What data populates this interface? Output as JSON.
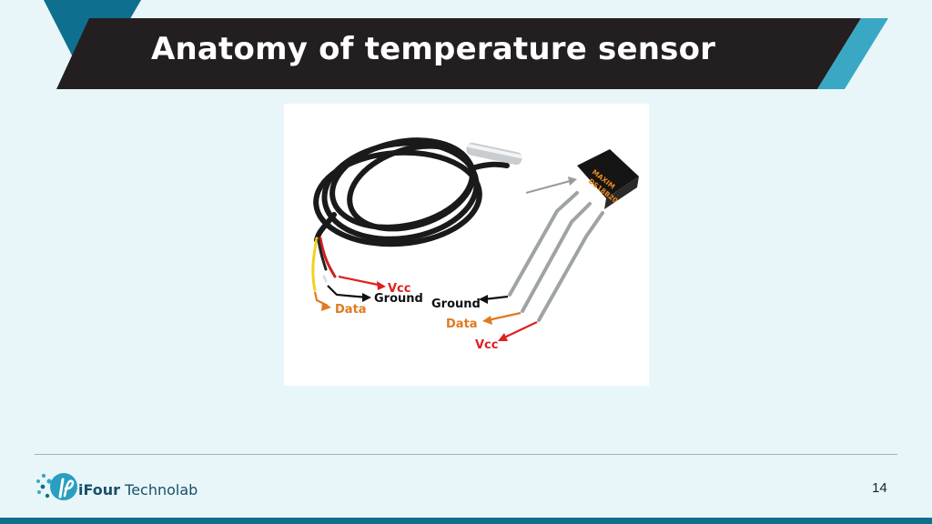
{
  "slide": {
    "title": "Anatomy of temperature sensor",
    "page_number": "14"
  },
  "figure": {
    "chip_marking_line1": "MAXIM",
    "chip_marking_line2": "DS18B20",
    "cable_labels": {
      "vcc": "Vcc",
      "ground": "Ground",
      "data": "Data"
    },
    "chip_labels": {
      "ground": "Ground",
      "data": "Data",
      "vcc": "Vcc"
    }
  },
  "footer": {
    "logo_brand": "iFour",
    "logo_suffix": "Technolab"
  },
  "colors": {
    "title_bar": "#231f20",
    "accent": "#3aa8c5",
    "dark_teal": "#0e6f8e",
    "vcc": "#e02020",
    "data": "#e07a1f",
    "ground": "#111111"
  }
}
